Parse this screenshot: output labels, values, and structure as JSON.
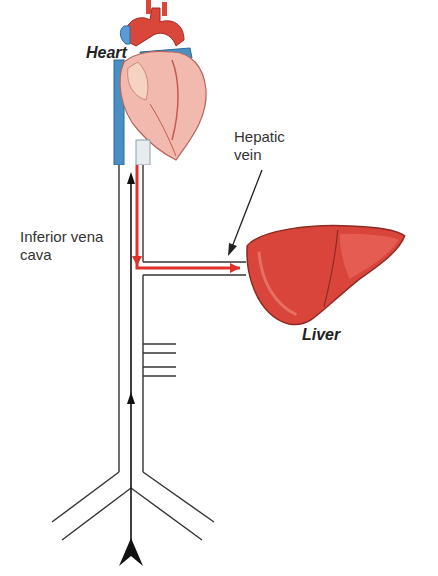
{
  "diagram": {
    "nodes": [
      {
        "text": [
          "Heart"
        ]
      },
      {
        "text": [
          "Liver"
        ]
      }
    ],
    "edges": [
      {
        "from": 0,
        "to": 1,
        "arrow": "to"
      }
    ],
    "labels": [
      "Hepatic vein",
      "Inferior vena cava"
    ]
  }
}
